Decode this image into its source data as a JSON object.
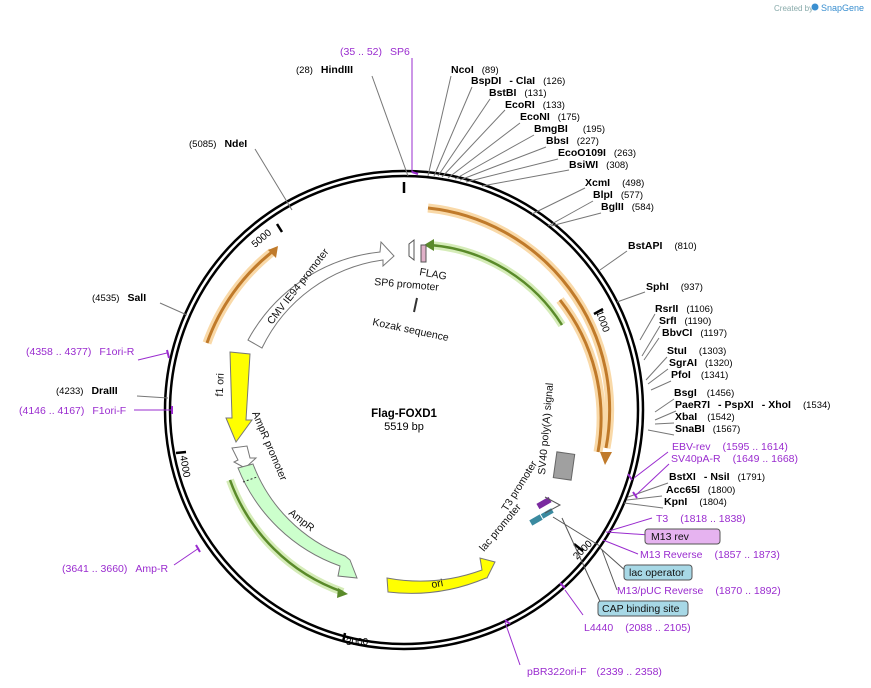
{
  "credit": {
    "prefix": "Created by",
    "brand": "SnapGene"
  },
  "plasmid": {
    "name": "Flag-FOXD1",
    "size": "5519 bp"
  },
  "ticks": [
    "1000",
    "2000",
    "3000",
    "4000",
    "5000"
  ],
  "features": {
    "cmv": "CMV IE94 promoter",
    "sp6": "SP6 promoter",
    "flag": "FLAG",
    "kozak": "Kozak sequence",
    "sv40": "SV40 poly(A) signal",
    "t3": "T3 promoter",
    "lac": "lac promoter",
    "f1": "f1 ori",
    "ampr_promoter": "AmpR promoter",
    "ampr": "AmpR",
    "ori": "ori"
  },
  "sites": {
    "hindiii": {
      "pos": "(28)",
      "name": "HindIII"
    },
    "ncoi": {
      "name": "NcoI",
      "pos": "(89)"
    },
    "bspdi": {
      "name": "BspDI",
      "sep": "-",
      "name2": "ClaI",
      "pos": "(126)"
    },
    "bstbi": {
      "name": "BstBI",
      "pos": "(131)"
    },
    "ecori": {
      "name": "EcoRI",
      "pos": "(133)"
    },
    "econi": {
      "name": "EcoNI",
      "pos": "(175)"
    },
    "bmgbi": {
      "name": "BmgBI",
      "pos": "(195)"
    },
    "bbsi": {
      "name": "BbsI",
      "pos": "(227)"
    },
    "ecoo109i": {
      "name": "EcoO109I",
      "pos": "(263)"
    },
    "bsiwi": {
      "name": "BsiWI",
      "pos": "(308)"
    },
    "xcmi": {
      "name": "XcmI",
      "pos": "(498)"
    },
    "blpi": {
      "name": "BlpI",
      "pos": "(577)"
    },
    "bglii": {
      "name": "BglII",
      "pos": "(584)"
    },
    "bstapi": {
      "name": "BstAPI",
      "pos": "(810)"
    },
    "sphi": {
      "name": "SphI",
      "pos": "(937)"
    },
    "rsrii": {
      "name": "RsrII",
      "pos": "(1106)"
    },
    "srfi": {
      "name": "SrfI",
      "pos": "(1190)"
    },
    "bbvci": {
      "name": "BbvCI",
      "pos": "(1197)"
    },
    "stui": {
      "name": "StuI",
      "pos": "(1303)"
    },
    "sgrai": {
      "name": "SgrAI",
      "pos": "(1320)"
    },
    "pfoi": {
      "name": "PfoI",
      "pos": "(1341)"
    },
    "bsgi": {
      "name": "BsgI",
      "pos": "(1456)"
    },
    "paer7i": {
      "name": "PaeR7I",
      "sep": "-",
      "name2": "PspXI",
      "sep2": "-",
      "name3": "XhoI",
      "pos": "(1534)"
    },
    "xbai": {
      "name": "XbaI",
      "pos": "(1542)"
    },
    "snabi": {
      "name": "SnaBI",
      "pos": "(1567)"
    },
    "bstxi": {
      "name": "BstXI",
      "sep": "-",
      "name2": "NsiI",
      "pos": "(1791)"
    },
    "acc65i": {
      "name": "Acc65I",
      "pos": "(1800)"
    },
    "kpni": {
      "name": "KpnI",
      "pos": "(1804)"
    },
    "ndei": {
      "pos": "(5085)",
      "name": "NdeI"
    },
    "sali": {
      "pos": "(4535)",
      "name": "SalI"
    },
    "draiii": {
      "pos": "(4233)",
      "name": "DraIII"
    }
  },
  "primers": {
    "sp6": {
      "range": "(35 .. 52)",
      "name": "SP6"
    },
    "f1ori_r": {
      "range": "(4358 .. 4377)",
      "name": "F1ori-R"
    },
    "f1ori_f": {
      "range": "(4146 .. 4167)",
      "name": "F1ori-F"
    },
    "amp_r": {
      "range": "(3641 .. 3660)",
      "name": "Amp-R"
    },
    "ebv_rev": {
      "name": "EBV-rev",
      "range": "(1595 .. 1614)"
    },
    "sv40pa_r": {
      "name": "SV40pA-R",
      "range": "(1649 .. 1668)"
    },
    "t3": {
      "name": "T3",
      "range": "(1818 .. 1838)"
    },
    "m13rev_box": {
      "name": "M13 rev"
    },
    "m13_reverse": {
      "name": "M13 Reverse",
      "range": "(1857 .. 1873)"
    },
    "lac_operator": {
      "name": "lac operator"
    },
    "m13puc": {
      "name": "M13/pUC Reverse",
      "range": "(1870 .. 1892)"
    },
    "cap": {
      "name": "CAP binding site"
    },
    "l4440": {
      "name": "L4440",
      "range": "(2088 .. 2105)"
    },
    "pbr322": {
      "name": "pBR322ori-F",
      "range": "(2339 .. 2358)"
    }
  },
  "colors": {
    "orange": "#f0a23a",
    "green": "#8ac653",
    "yellow": "#ffff00",
    "ampr_fill": "#ccffcc",
    "primer": "#9a2ccf",
    "purple_box": "#e6b3f0",
    "blue_box": "#a7d8e6"
  }
}
